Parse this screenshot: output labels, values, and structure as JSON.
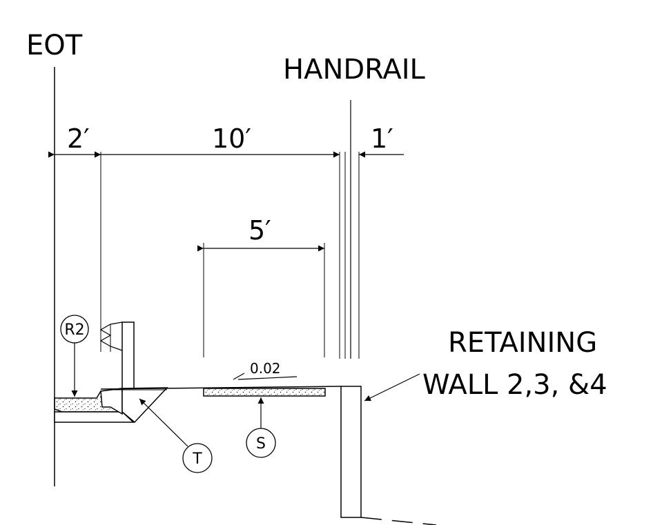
{
  "labels": {
    "eot": "EOT",
    "handrail": "HANDRAIL",
    "retaining_wall_line1": "RETAINING",
    "retaining_wall_line2": "WALL 2,3, &4"
  },
  "dimensions": {
    "left_offset": "2′",
    "path_width": "10′",
    "right_offset": "1′",
    "inner_width": "5′"
  },
  "slope": "0.02",
  "callouts": {
    "r2": "R2",
    "t": "T",
    "s": "S"
  }
}
